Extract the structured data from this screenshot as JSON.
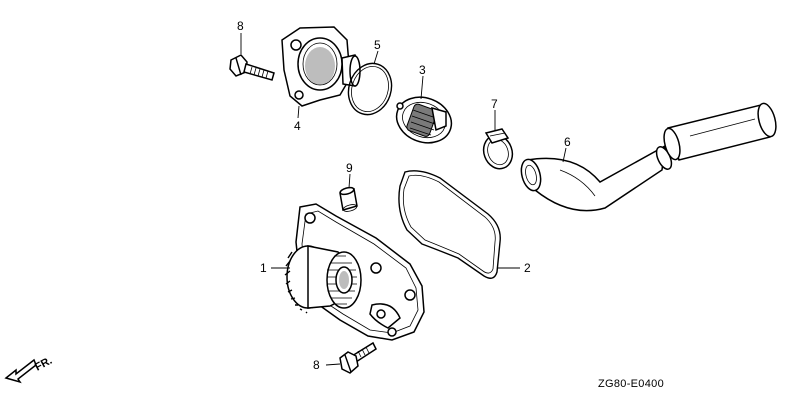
{
  "callouts": {
    "c8_top": "8",
    "c5": "5",
    "c3": "3",
    "c4": "4",
    "c7": "7",
    "c6": "6",
    "c9": "9",
    "c1": "1",
    "c2": "2",
    "c8_bottom": "8"
  },
  "front_marker": {
    "label": "FR."
  },
  "diagram_code": "ZG80-E0400"
}
